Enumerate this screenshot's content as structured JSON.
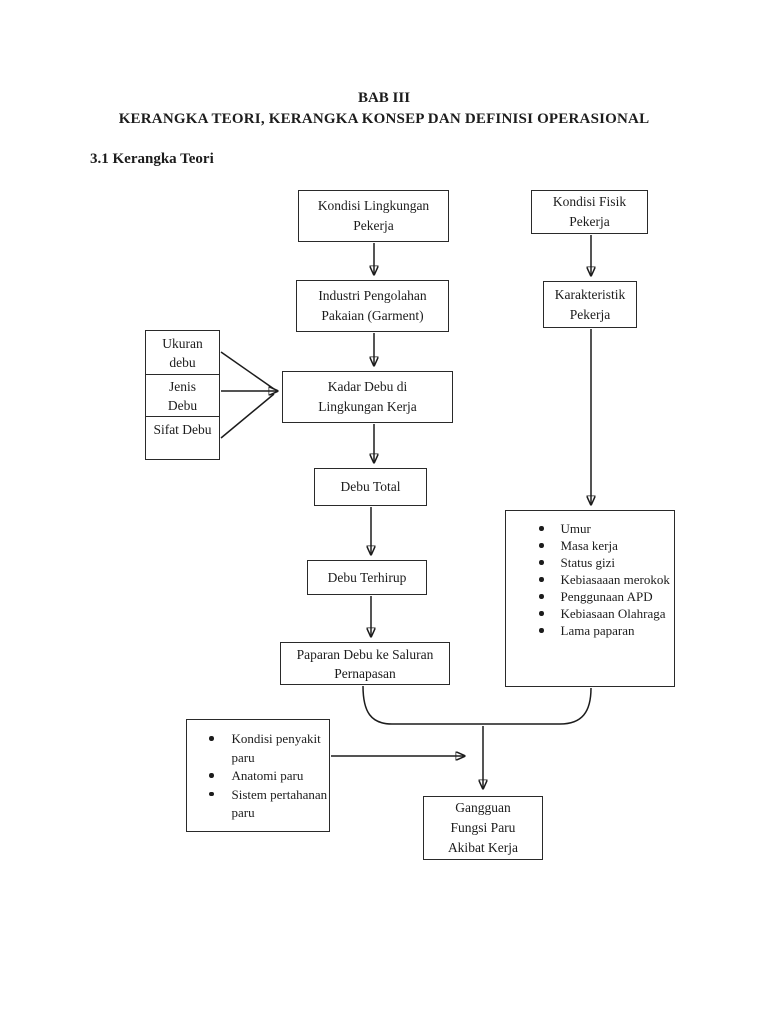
{
  "colors": {
    "ink": "#1c1c1c",
    "paper": "#ffffff"
  },
  "heading": {
    "chapter": "BAB III",
    "title": "KERANGKA TEORI, KERANGKA KONSEP DAN DEFINISI OPERASIONAL",
    "section": "3.1 Kerangka Teori"
  },
  "flowchart": {
    "boxes": [
      {
        "id": "kondisi-lingkungan-pekerja",
        "lines": [
          "Kondisi Lingkungan",
          "Pekerja"
        ]
      },
      {
        "id": "kondisi-fisik-pekerja",
        "lines": [
          "Kondisi Fisik",
          "Pekerja"
        ]
      },
      {
        "id": "industri-pengolahan-pakaian",
        "lines": [
          "Industri Pengolahan",
          "Pakaian (Garment)"
        ]
      },
      {
        "id": "karakteristik-pekerja",
        "lines": [
          "Karakteristik",
          "Pekerja"
        ]
      },
      {
        "id": "kadar-debu-lingkungan-kerja",
        "lines": [
          "Kadar Debu di",
          "Lingkungan Kerja"
        ]
      },
      {
        "id": "debu-total",
        "lines": [
          "Debu Total"
        ]
      },
      {
        "id": "debu-terhirup",
        "lines": [
          "Debu Terhirup"
        ]
      },
      {
        "id": "paparan-debu-saluran-pernapasan",
        "lines": [
          "Paparan Debu ke Saluran",
          "Pernapasan"
        ]
      },
      {
        "id": "gangguan-fungsi-paru-akibat-kerja",
        "lines": [
          "Gangguan",
          "Fungsi Paru",
          "Akibat Kerja"
        ]
      }
    ],
    "dust_stack": [
      {
        "lines": [
          "Ukuran",
          "debu"
        ]
      },
      {
        "lines": [
          "Jenis",
          "Debu"
        ]
      },
      {
        "lines": [
          "Sifat Debu"
        ]
      }
    ],
    "worker_factors": [
      "Umur",
      "Masa kerja",
      "Status gizi",
      "Kebiasaaan merokok",
      "Penggunaan APD",
      "Kebiasaan Olahraga",
      "Lama paparan"
    ],
    "lung_factors": [
      "Kondisi penyakit paru",
      "Anatomi paru",
      "Sistem pertahanan paru"
    ]
  }
}
